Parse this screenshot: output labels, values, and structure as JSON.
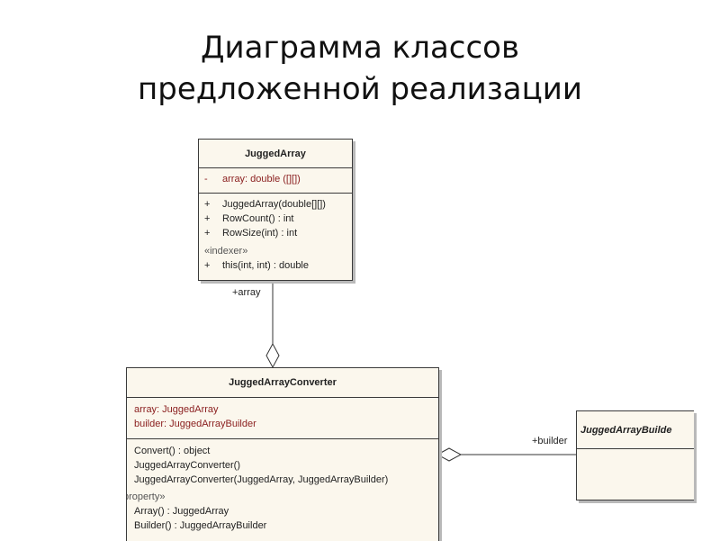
{
  "title": {
    "line1": "Диаграмма классов",
    "line2": "предложенной реализации"
  },
  "classes": {
    "jugged_array": {
      "name": "JuggedArray",
      "attributes": [
        {
          "vis": "-",
          "text": "array:  double ([][])"
        }
      ],
      "operations": [
        {
          "vis": "+",
          "text": "JuggedArray(double[][])"
        },
        {
          "vis": "+",
          "text": "RowCount() : int"
        },
        {
          "vis": "+",
          "text": "RowSize(int) : int"
        }
      ],
      "stereotype": "«indexer»",
      "indexer_ops": [
        {
          "vis": "+",
          "text": "this(int, int) : double"
        }
      ]
    },
    "converter": {
      "name": "JuggedArrayConverter",
      "attributes": [
        {
          "text": "array:  JuggedArray"
        },
        {
          "text": "builder:  JuggedArrayBuilder"
        }
      ],
      "operations": [
        {
          "text": "Convert() : object"
        },
        {
          "text": "JuggedArrayConverter()"
        },
        {
          "text": "JuggedArrayConverter(JuggedArray, JuggedArrayBuilder)"
        }
      ],
      "stereotype": "property»",
      "property_ops": [
        {
          "text": "Array() : JuggedArray"
        },
        {
          "text": "Builder() : JuggedArrayBuilder"
        }
      ]
    },
    "builder": {
      "name": "JuggedArrayBuilde"
    }
  },
  "associations": {
    "array_label": "+array",
    "builder_label": "+builder"
  },
  "colors": {
    "class_fill": "#fbf7ed",
    "attribute_text": "#8a1e1e"
  }
}
